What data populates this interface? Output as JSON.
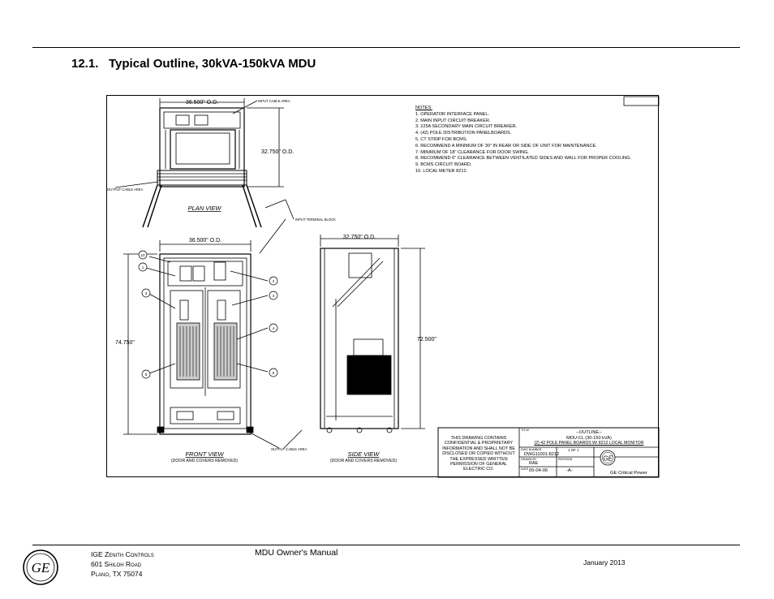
{
  "section": {
    "number": "12.1.",
    "title": "Typical Outline, 30kVA-150kVA MDU"
  },
  "drawing": {
    "callouts": {
      "input_cable_area": "INPUT CABLE AREA",
      "output_cable_area": "OUTPUT CABLE AREA",
      "input_terminal_block": "INPUT TERMINAL BLOCK",
      "output_cable_area_side": "OUTPUT CABLE AREA"
    },
    "dims": {
      "plan_width": "36.500\" O.D.",
      "plan_depth": "32.750\" O.D.",
      "front_width": "36.500\" O.D.",
      "front_height": "74.750\"",
      "side_width": "32.750\" O.D.",
      "side_height": "72.500\""
    },
    "views": {
      "plan": "PLAN VIEW",
      "front": "FRONT VIEW",
      "front_sub": "(DOOR AND COVERS REMOVED)",
      "side": "SIDE VIEW",
      "side_sub": "(DOOR AND COVERS REMOVED)"
    },
    "balloons": [
      "10",
      "1",
      "3",
      "5",
      "2",
      "3",
      "4",
      "5"
    ],
    "notes_title": "NOTES:",
    "notes": [
      "1. OPERATOR INTERFACE PANEL.",
      "2. MAIN INPUT CIRCUIT BREAKER.",
      "3. 225A SECONDARY MAIN CIRCUIT BREAKER.",
      "4. (42) POLE DISTRIBUTION PANELBOARDS.",
      "5. CT STRIP FOR BCMS.",
      "6. RECOMMEND A MINIMUM OF 30\" IN REAR OR SIDE OF UNIT FOR MAINTENANCE.",
      "7. MINIMUM OF 18\" CLEARANCE FOR DOOR SWING.",
      "8. RECOMMEND 6\" CLEARANCE BETWEEN VENTILATED SIDES AND WALL FOR PROPER COOLING.",
      "9. BCMS CIRCUIT BOARD.",
      "10. LOCAL METER 8212."
    ],
    "confidential": "THIS DRAWING CONTAINS CONFIDENTIAL & PROPRIETARY INFORMATION AND SHALL NOT BE DISCLOSED OR COPIED WITHOUT THE EXPRESSED WRITTEN PERMISSION OF GENERAL ELECTRIC CO.",
    "title_block": {
      "title_label": "TITLE",
      "title_1": "--OUTLINE--",
      "title_2": "MDU-CL (30-150 kVA)",
      "title_3": "(2) 42 POLE PANEL BOARDS W/ 8212 LOCAL MONITOR",
      "dwg_label": "DWG NUMBER",
      "sheet": "1 OF 1",
      "dwg_number": "DWG11001-8212",
      "drawn_label": "DRAWN BY",
      "drawn_by": "RAE",
      "rev_label": "REVISION",
      "date_label": "DATE",
      "date": "05-04-06",
      "rev": "-A-",
      "company": "GE Critical Power"
    }
  },
  "footer": {
    "company_prefix": "I",
    "company": "GE Zenith Controls",
    "street": "601 Shiloh Road",
    "city": "Plano, TX  75074",
    "manual": "MDU Owner's Manual",
    "date": "January 2013"
  }
}
